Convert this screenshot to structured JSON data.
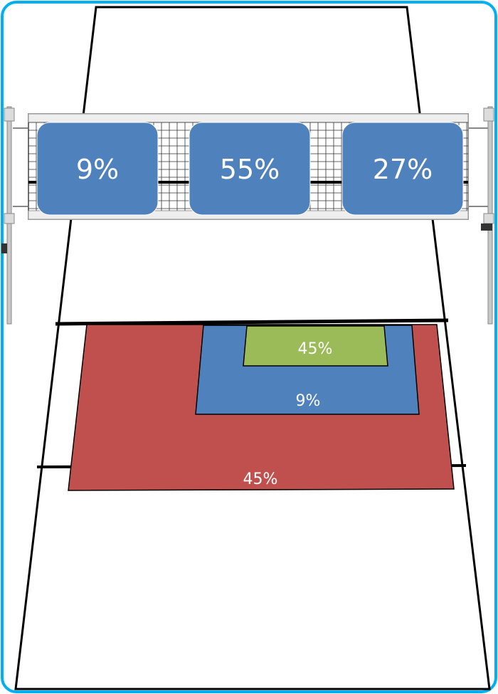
{
  "net_zones": [
    {
      "label": "9%"
    },
    {
      "label": "55%"
    },
    {
      "label": "27%"
    }
  ],
  "court_zones": [
    {
      "label": "45%",
      "color": "#C0504D"
    },
    {
      "label": "9%",
      "color": "#4F81BD"
    },
    {
      "label": "45%",
      "color": "#9BBB59"
    }
  ],
  "colors": {
    "frame": "#00B0F0",
    "net_zone": "#4F81BD",
    "court_line": "#000000",
    "label_text": "#ffffff"
  }
}
